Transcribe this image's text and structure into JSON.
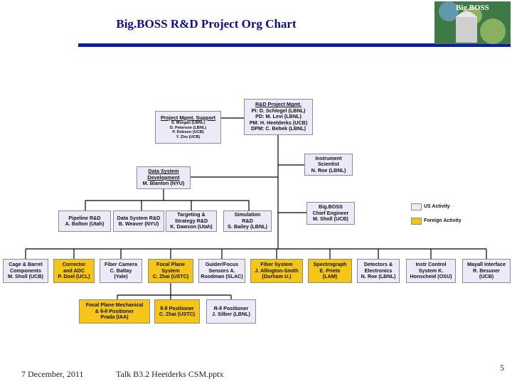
{
  "header": {
    "title": "Big.BOSS R&D Project Org Chart",
    "logo_text": "Big.BOSS",
    "accent_color": "#0d1fa0"
  },
  "chart": {
    "project_mgmt": {
      "lines": [
        "R&D Project Mgmt.",
        "PI: D. Schlegel (LBNL)",
        "PD: M. Levi (LBNL)",
        "PM: H. Heetderks (UCB)",
        "DPM: C. Bebek (LBNL)"
      ]
    },
    "project_support": {
      "lines": [
        "Project Mgmt. Support",
        "S. Morgan (LBNL)",
        "D. Peterson (LBNL)",
        "P. Dobson (UCB)",
        "Y. Zhu (UCB)"
      ]
    },
    "instrument_scientist": {
      "lines": [
        "Instrument",
        "Scientist",
        "N. Roe (LBNL)"
      ]
    },
    "data_systems": {
      "lines": [
        "Data System",
        "Development",
        "M. Blanton (NYU)"
      ]
    },
    "chief_engineer": {
      "lines": [
        "Big.BOSS",
        "Chief Engineer",
        "M. Sholl (UCB)"
      ]
    },
    "mid_row": [
      {
        "lines": [
          "Pipeline R&D",
          "A. Bolton (Utah)"
        ]
      },
      {
        "lines": [
          "Data System R&D",
          "B. Weaver (NYU)"
        ]
      },
      {
        "lines": [
          "Targeting &",
          "Strategy R&D",
          "K. Dawson (Utah)"
        ]
      },
      {
        "lines": [
          "Simulation",
          "R&D",
          "S. Bailey (LBNL)"
        ]
      }
    ],
    "bottom_row": [
      {
        "lines": [
          "Cage & Barrel",
          "Components",
          "M. Sholl (UCB)"
        ],
        "activity": "us"
      },
      {
        "lines": [
          "Corrector",
          "and ADC",
          "P. Doel (UCL)"
        ],
        "activity": "foreign"
      },
      {
        "lines": [
          "Fiber Camera",
          "C. Baltay",
          "(Yale)"
        ],
        "activity": "us"
      },
      {
        "lines": [
          "Focal Plane",
          "System",
          "C. Zhai (USTC)"
        ],
        "activity": "foreign"
      },
      {
        "lines": [
          "Guider/Focus",
          "Sensors A.",
          "Roodman (SLAC)"
        ],
        "activity": "us"
      },
      {
        "lines": [
          "Fiber System",
          "J. Allington-Smith",
          "(Durham U.)"
        ],
        "activity": "foreign"
      },
      {
        "lines": [
          "Spectrograph",
          "E. Prieto",
          "(LAM)"
        ],
        "activity": "foreign"
      },
      {
        "lines": [
          "Detectors &",
          "Electronics",
          "N. Roe (LBNL)"
        ],
        "activity": "us"
      },
      {
        "lines": [
          "Instr Control",
          "System K.",
          "Honscheid (OSU)"
        ],
        "activity": "us"
      },
      {
        "lines": [
          "Mayall Interface",
          "R. Besuner",
          "(UCB)"
        ],
        "activity": "us"
      }
    ],
    "sub_row": [
      {
        "lines": [
          "Focal Plane Mechanical",
          "& θ-θ Positioner",
          "Prada (IAA)"
        ],
        "activity": "foreign"
      },
      {
        "lines": [
          "θ-θ Positioner",
          "C. Zhai (USTC)"
        ],
        "activity": "foreign"
      },
      {
        "lines": [
          "R-θ Positioner",
          "J. Silber (LBNL)"
        ],
        "activity": "us"
      }
    ],
    "legend": [
      {
        "label": "US Activity",
        "color": "#eceaf8"
      },
      {
        "label": "Foreign Activity",
        "color": "#f5c518"
      }
    ]
  },
  "footer": {
    "date": "7 December, 2011",
    "talk": "Talk B3.2 Heetderks CSM.pptx",
    "page_number": "5"
  }
}
